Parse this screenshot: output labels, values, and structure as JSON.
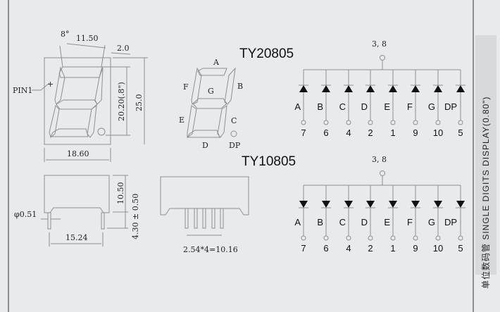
{
  "models": {
    "top": "TY20805",
    "bottom": "TY10805"
  },
  "side_title": "单位数码管 SINGLE DIGITS DISPLAY(0.80\")",
  "dimensions": {
    "angle": "8°",
    "top_width": "11.50",
    "offset": "2.0",
    "pin1": "PIN1",
    "digit_height": "20.20(.8\")",
    "height": "25.0",
    "width": "18.60",
    "body_height": "10.50",
    "pin_length": "4.30 ± 0.50",
    "pin_dia": "φ0.51",
    "row_spacing": "15.24",
    "pin_pitch": "2.54*4=10.16"
  },
  "segment_labels": [
    "A",
    "B",
    "C",
    "D",
    "E",
    "F",
    "G",
    "DP"
  ],
  "circuit": {
    "common_pins": "3, 8",
    "segments": [
      "A",
      "B",
      "C",
      "D",
      "E",
      "F",
      "G",
      "DP"
    ],
    "pins": [
      "7",
      "6",
      "4",
      "2",
      "1",
      "9",
      "10",
      "5"
    ]
  },
  "colors": {
    "background": "#e9eaee",
    "line": "#8d8f93",
    "ink": "#111111"
  }
}
